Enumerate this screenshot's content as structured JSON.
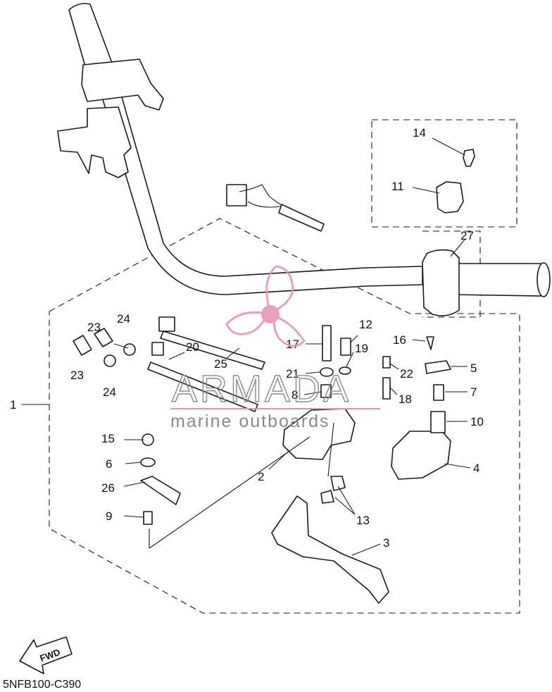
{
  "diagram": {
    "drawing_code": "5NFB100-C390",
    "fwd_label": "FWD",
    "watermark": {
      "brand": "ARMADA",
      "tagline": "marine outboards",
      "accent_color": "#e58fb7"
    },
    "callouts": [
      {
        "id": "c1",
        "text": "1"
      },
      {
        "id": "c2",
        "text": "2"
      },
      {
        "id": "c3",
        "text": "3"
      },
      {
        "id": "c4",
        "text": "4"
      },
      {
        "id": "c5",
        "text": "5"
      },
      {
        "id": "c6",
        "text": "6"
      },
      {
        "id": "c7",
        "text": "7"
      },
      {
        "id": "c8",
        "text": "8"
      },
      {
        "id": "c9",
        "text": "9"
      },
      {
        "id": "c10",
        "text": "10"
      },
      {
        "id": "c11",
        "text": "11"
      },
      {
        "id": "c12",
        "text": "12"
      },
      {
        "id": "c13",
        "text": "13"
      },
      {
        "id": "c14",
        "text": "14"
      },
      {
        "id": "c15",
        "text": "15"
      },
      {
        "id": "c16",
        "text": "16"
      },
      {
        "id": "c17",
        "text": "17"
      },
      {
        "id": "c18",
        "text": "18"
      },
      {
        "id": "c19",
        "text": "19"
      },
      {
        "id": "c20",
        "text": "20"
      },
      {
        "id": "c21",
        "text": "21"
      },
      {
        "id": "c22",
        "text": "22"
      },
      {
        "id": "c23a",
        "text": "23"
      },
      {
        "id": "c23b",
        "text": "23"
      },
      {
        "id": "c24a",
        "text": "24"
      },
      {
        "id": "c24b",
        "text": "24"
      },
      {
        "id": "c25",
        "text": "25"
      },
      {
        "id": "c26",
        "text": "26"
      },
      {
        "id": "c27",
        "text": "27"
      }
    ]
  }
}
